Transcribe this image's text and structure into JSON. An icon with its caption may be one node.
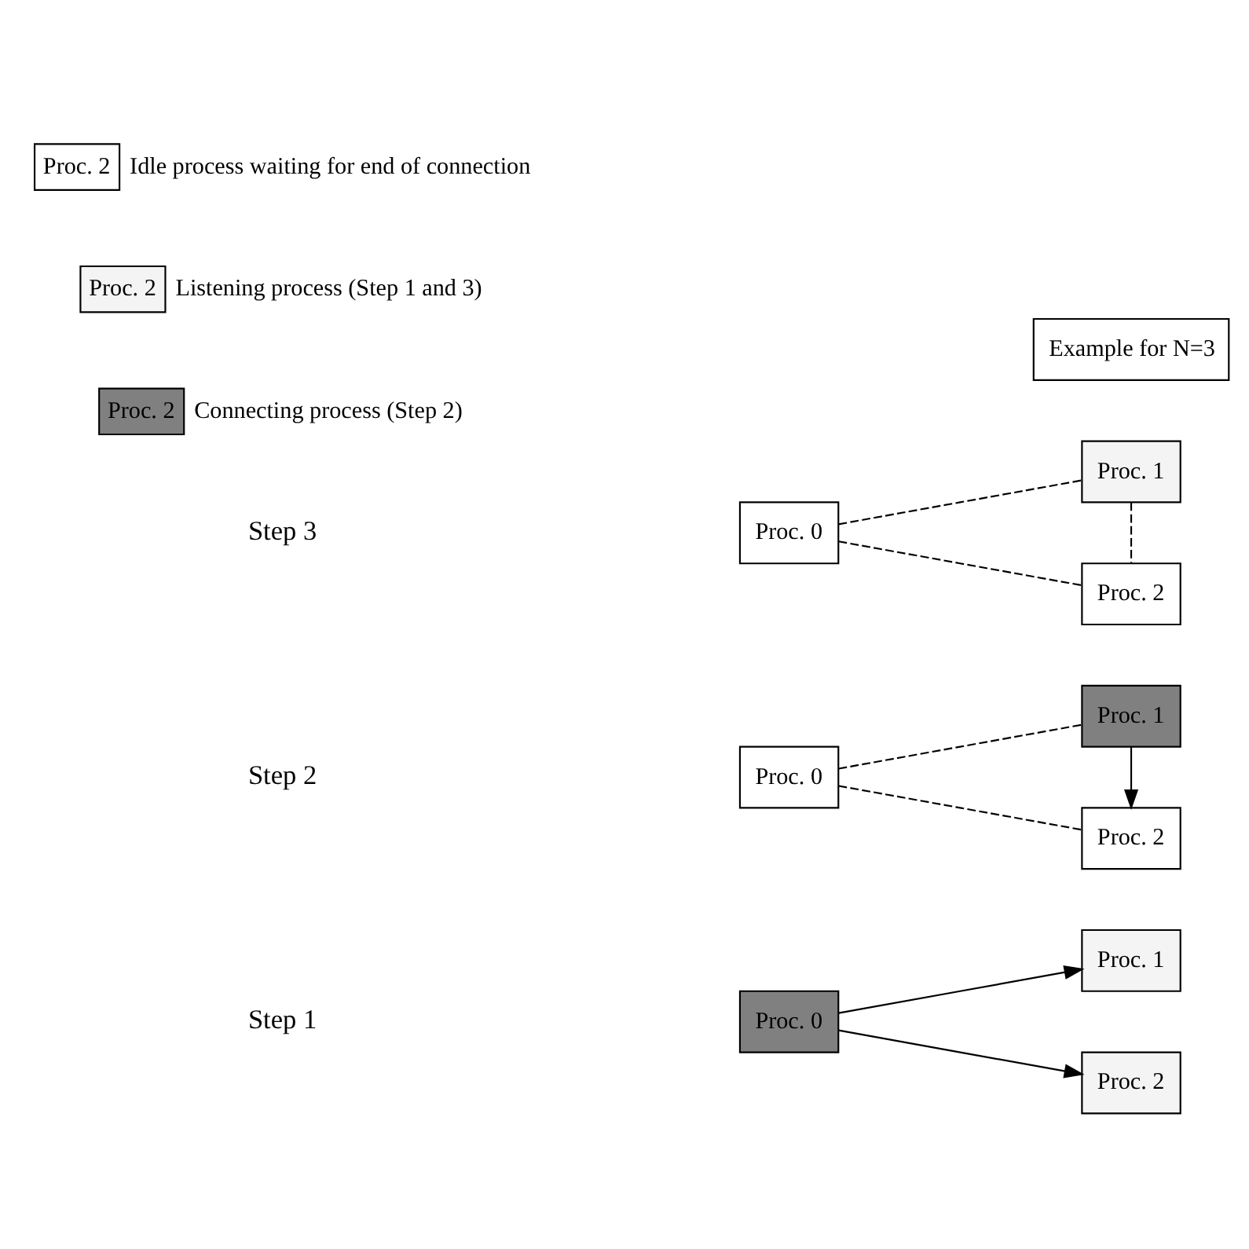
{
  "diagram": {
    "nodes": [
      {
        "text": [
          "Proc. 0"
        ]
      },
      {
        "text": [
          "Proc. 1"
        ]
      },
      {
        "text": [
          "Proc. 2"
        ]
      },
      {
        "text": [
          "Proc. 0"
        ]
      },
      {
        "text": [
          "Proc. 1"
        ]
      },
      {
        "text": [
          "Proc. 2"
        ]
      },
      {
        "text": [
          "Proc. 0"
        ]
      },
      {
        "text": [
          "Proc. 1"
        ]
      },
      {
        "text": [
          "Proc. 2"
        ]
      },
      {
        "text": [
          "Proc. 2"
        ],
        "beside": [
          "Connecting process (Step 2)"
        ]
      },
      {
        "text": [
          "Proc. 2"
        ],
        "beside": [
          "Listening process (Step 1 and 3)"
        ]
      },
      {
        "text": [
          "Proc. 2"
        ],
        "beside": [
          "Idle process waiting for end of connection"
        ]
      },
      {
        "text": [
          "Example for N=3"
        ]
      }
    ],
    "edges": [
      {
        "from": 0,
        "to": 1,
        "arrow": "to"
      },
      {
        "from": 0,
        "to": 2,
        "arrow": "to"
      },
      {
        "from": 3,
        "to": 4,
        "arrow": "none",
        "style": "dashed"
      },
      {
        "from": 3,
        "to": 5,
        "arrow": "none",
        "style": "dashed"
      },
      {
        "from": 4,
        "to": 5,
        "arrow": "to"
      },
      {
        "from": 6,
        "to": 7,
        "arrow": "none",
        "style": "dashed"
      },
      {
        "from": 6,
        "to": 8,
        "arrow": "none",
        "style": "dashed"
      },
      {
        "from": 7,
        "to": 8,
        "arrow": "none",
        "style": "dashed"
      }
    ],
    "labels": [
      "Step 1",
      "Step 2",
      "Step 3"
    ]
  }
}
